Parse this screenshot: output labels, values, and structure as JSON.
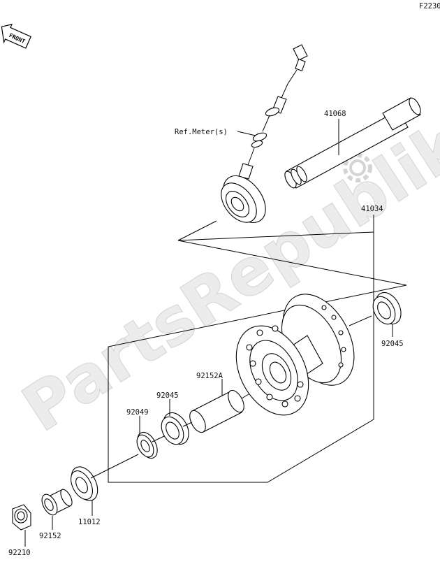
{
  "diagram": {
    "code": "F2230",
    "front_badge": "FRONT",
    "watermark": "PartsRepublik",
    "parts": [
      {
        "id": "41068",
        "label": "41068"
      },
      {
        "id": "ref-meter",
        "label": "Ref.Meter(s)"
      },
      {
        "id": "41034",
        "label": "41034"
      },
      {
        "id": "92045-right",
        "label": "92045"
      },
      {
        "id": "92152A",
        "label": "92152A"
      },
      {
        "id": "92045-left",
        "label": "92045"
      },
      {
        "id": "92049",
        "label": "92049"
      },
      {
        "id": "11012",
        "label": "11012"
      },
      {
        "id": "92152",
        "label": "92152"
      },
      {
        "id": "92210",
        "label": "92210"
      }
    ]
  }
}
